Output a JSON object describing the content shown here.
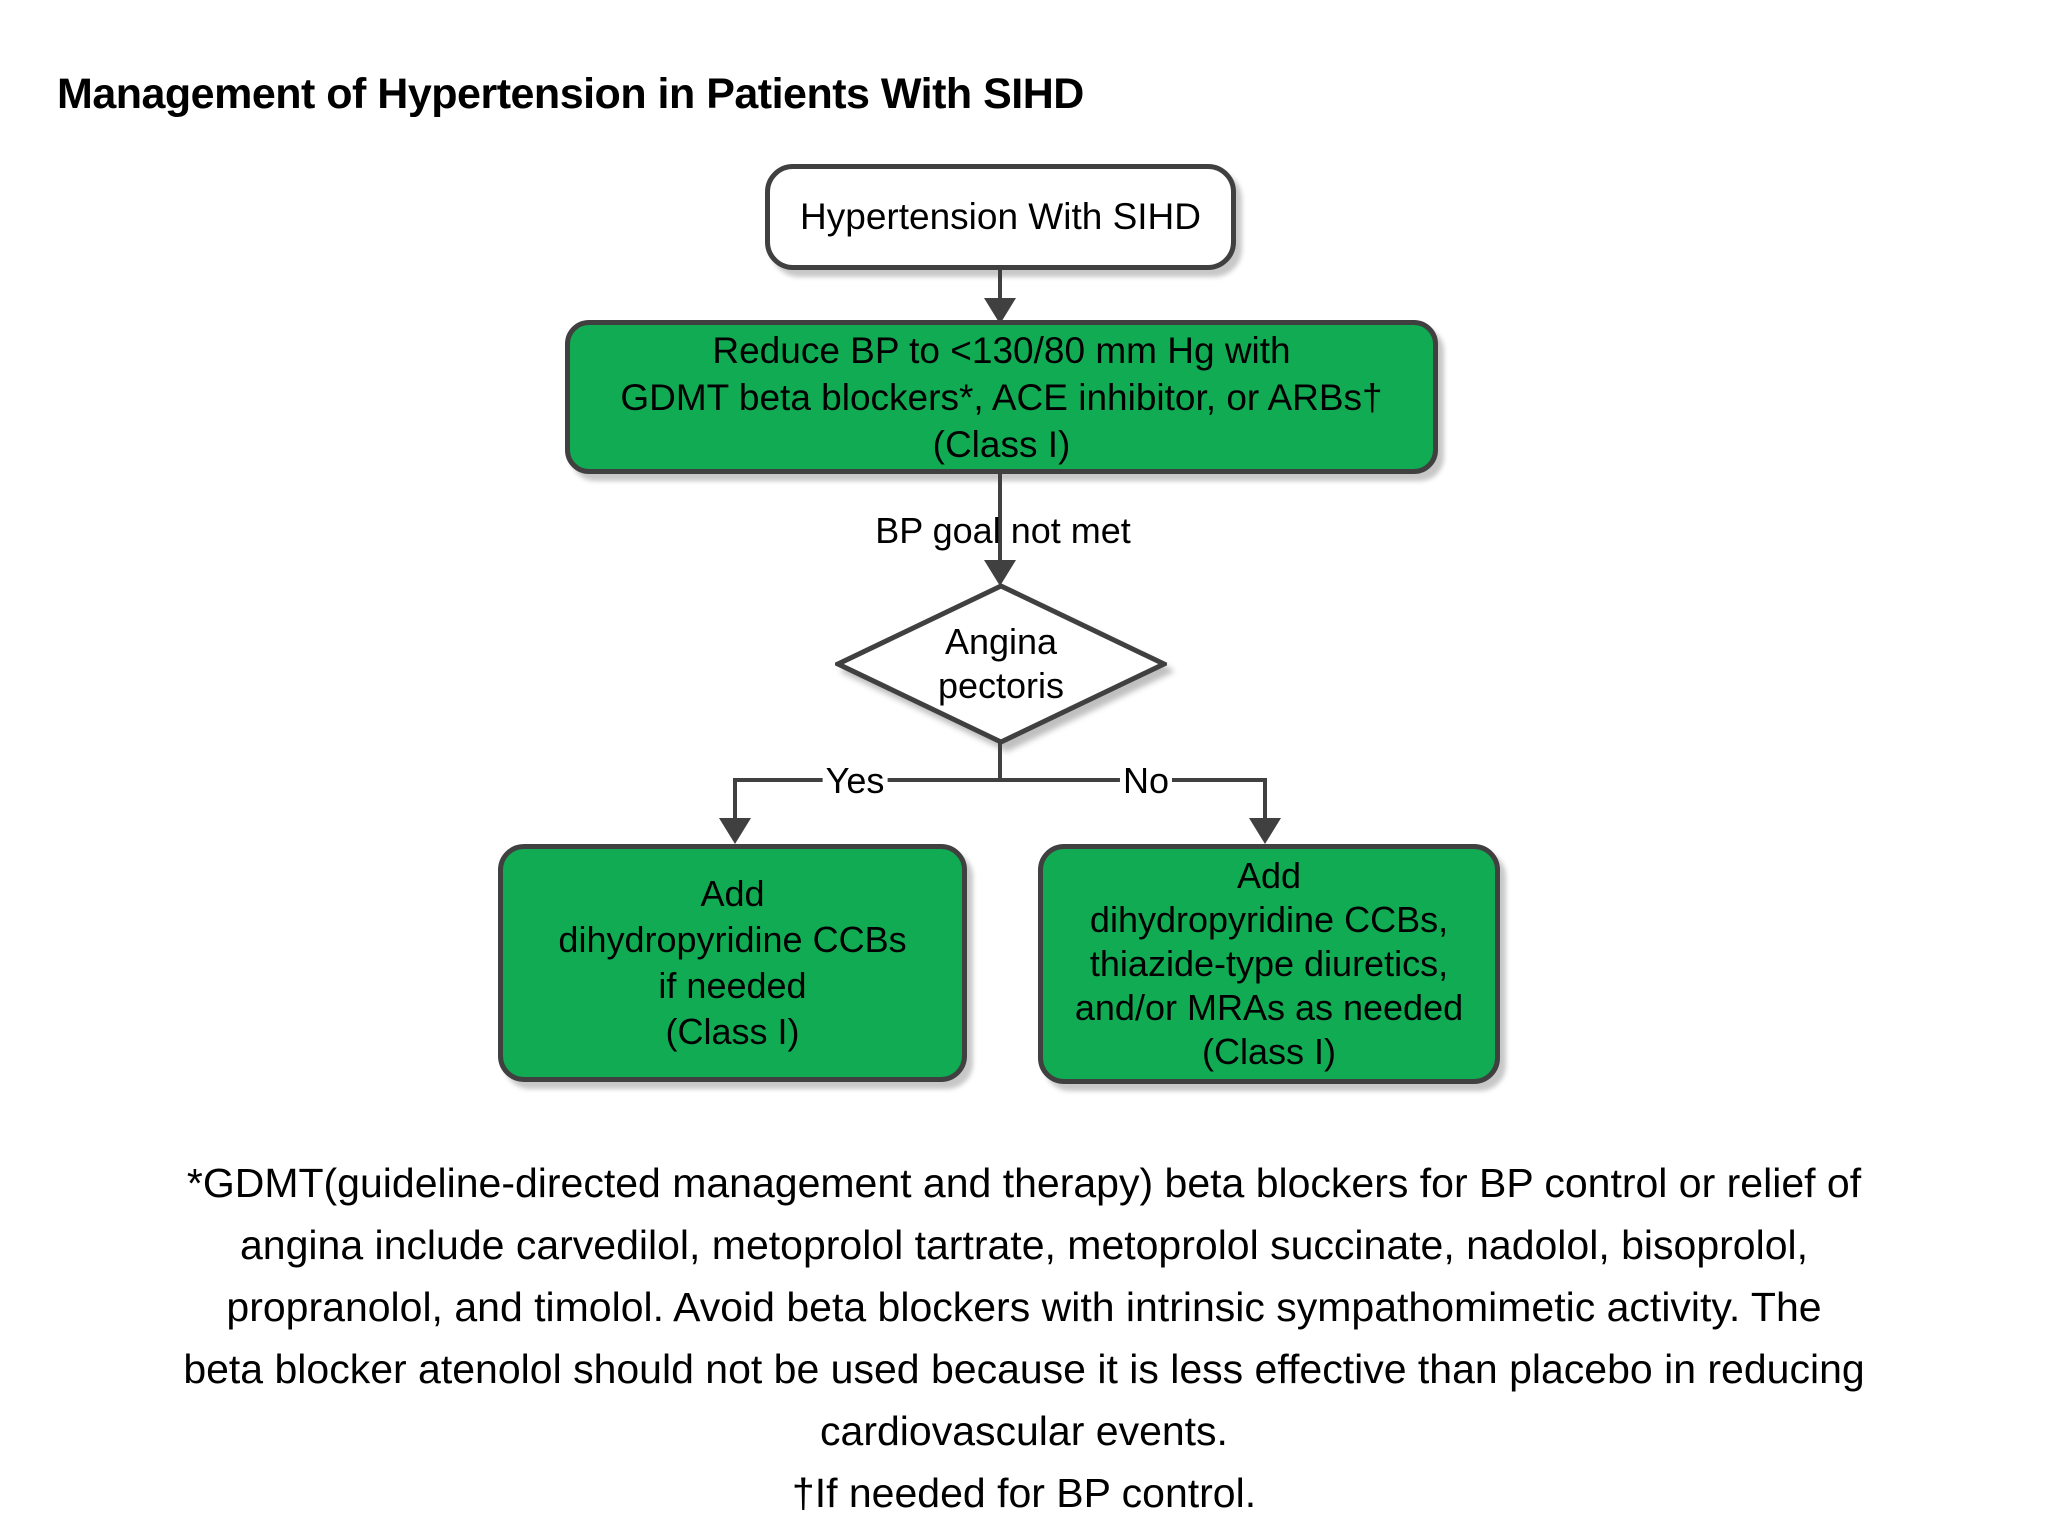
{
  "title": "Management of Hypertension in Patients With SIHD",
  "colors": {
    "node_green": "#10ab52",
    "outline_gray": "#404040",
    "background": "#ffffff",
    "text": "#000000"
  },
  "flowchart": {
    "start_label": "Hypertension With SIHD",
    "step1_lines": [
      "Reduce BP to <130/80 mm Hg with",
      "GDMT beta blockers*, ACE inhibitor, or ARBs†",
      "(Class I)"
    ],
    "bp_goal_label": "BP goal not met",
    "decision_lines": [
      "Angina",
      "pectoris"
    ],
    "yes_label": "Yes",
    "no_label": "No",
    "yes_box_lines": [
      "Add",
      "dihydropyridine CCBs",
      "if needed",
      "(Class I)"
    ],
    "no_box_lines": [
      "Add",
      "dihydropyridine CCBs,",
      "thiazide-type diuretics,",
      "and/or MRAs as needed",
      "(Class I)"
    ]
  },
  "footnotes": {
    "gdmt_lines": [
      "*GDMT(guideline-directed management and therapy) beta blockers for BP control or relief of",
      "angina include carvedilol, metoprolol tartrate, metoprolol succinate, nadolol, bisoprolol,",
      "propranolol, and timolol. Avoid beta blockers with intrinsic sympathomimetic activity. The",
      "beta blocker atenolol should not be used because it is less effective than placebo in reducing",
      "cardiovascular events."
    ],
    "dagger_line": "†If needed for BP control."
  }
}
